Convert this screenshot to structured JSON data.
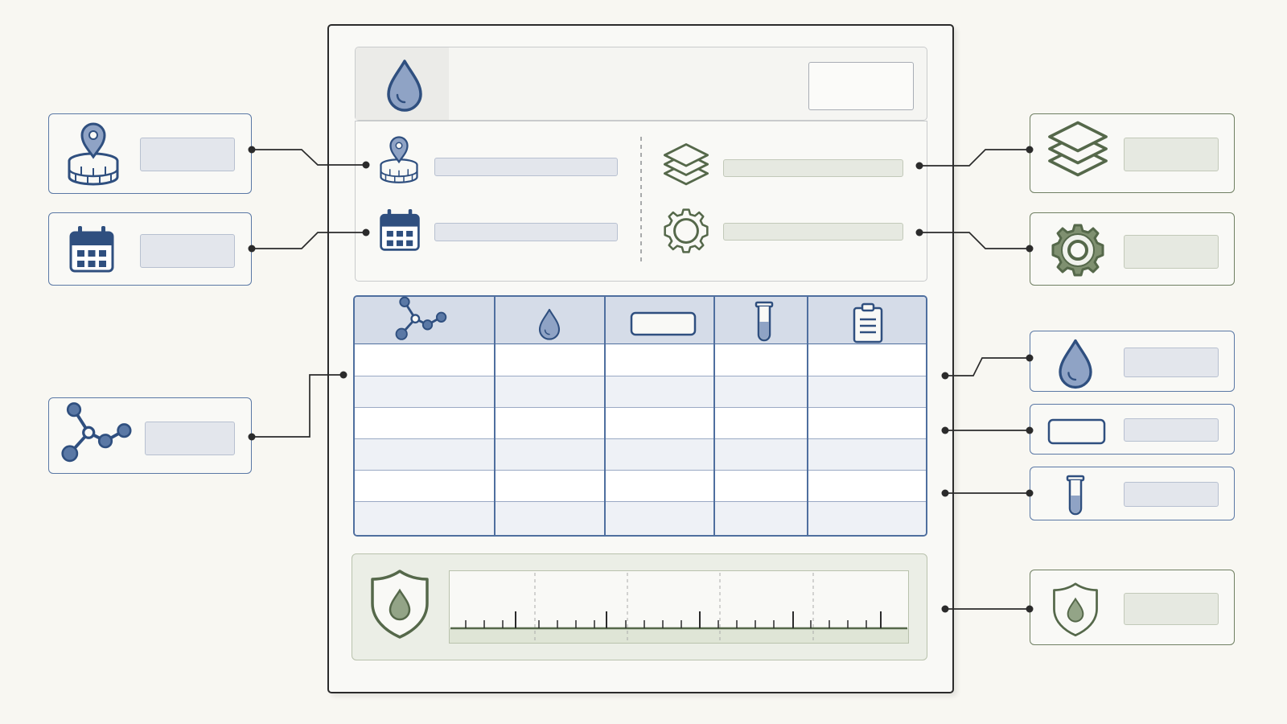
{
  "colors": {
    "background": "#f8f7f2",
    "blue_stroke": "#2f4f7f",
    "blue_fill": "#8fa3c5",
    "green_stroke": "#55684a",
    "green_fill": "#93a487",
    "header_row": "#d5dce8",
    "connector": "#2b2b2b"
  },
  "icons": {
    "header": "water-drop-icon",
    "location": "map-pin-on-stack-icon",
    "date": "calendar-icon",
    "layers": "layers-icon",
    "settings": "gear-icon",
    "columns": [
      "molecule-icon",
      "water-drop-icon",
      "rounded-rectangle-icon",
      "test-tube-icon",
      "clipboard-icon"
    ],
    "footer": "shield-drop-icon"
  },
  "table": {
    "column_count": 5,
    "body_row_count": 6
  },
  "callouts": {
    "left": [
      "location",
      "calendar",
      "molecule"
    ],
    "right": [
      "layers",
      "gear",
      "water-drop",
      "rounded-rectangle",
      "test-tube",
      "shield-drop"
    ]
  }
}
